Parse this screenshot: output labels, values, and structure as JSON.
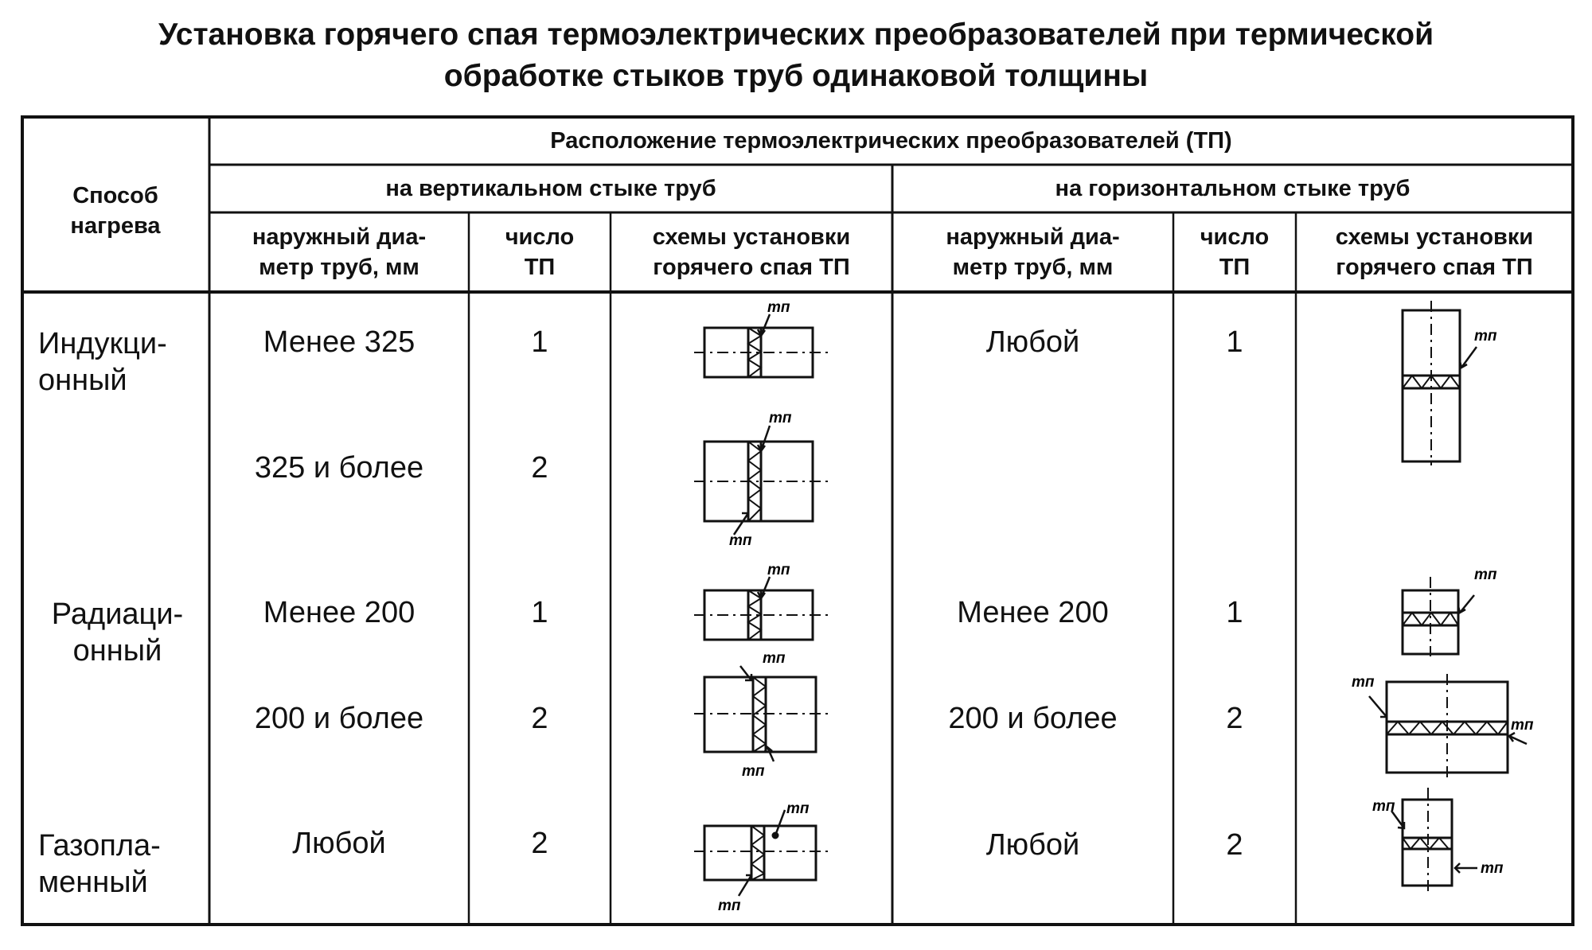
{
  "title": {
    "line1": "Установка горячего спая термоэлектрических преобразователей при термической",
    "line2": "обработке стыков труб одинаковой толщины"
  },
  "headers": {
    "method": "Способ нагрева",
    "location": "Расположение термоэлектрических преобразователей (ТП)",
    "vertical": "на вертикальном стыке труб",
    "horizontal": "на горизонтальном стыке труб",
    "diameter": "наружный диа- метр труб, мм",
    "count": "число ТП",
    "scheme": "схемы установки горячего спая ТП"
  },
  "rows": [
    {
      "method": "Индукци- онный",
      "v_diam": "Менее 325",
      "v_count": "1",
      "h_diam": "Любой",
      "h_count": "1"
    },
    {
      "method": "",
      "v_diam": "325 и более",
      "v_count": "2",
      "h_diam": "",
      "h_count": ""
    },
    {
      "method": "Радиаци- онный",
      "v_diam": "Менее 200",
      "v_count": "1",
      "h_diam": "Менее 200",
      "h_count": "1"
    },
    {
      "method": "",
      "v_diam": "200 и более",
      "v_count": "2",
      "h_diam": "200 и более",
      "h_count": "2"
    },
    {
      "method": "Газопла- менный",
      "v_diam": "Любой",
      "v_count": "2",
      "h_diam": "Любой",
      "h_count": "2"
    }
  ],
  "tp_label": "тп"
}
